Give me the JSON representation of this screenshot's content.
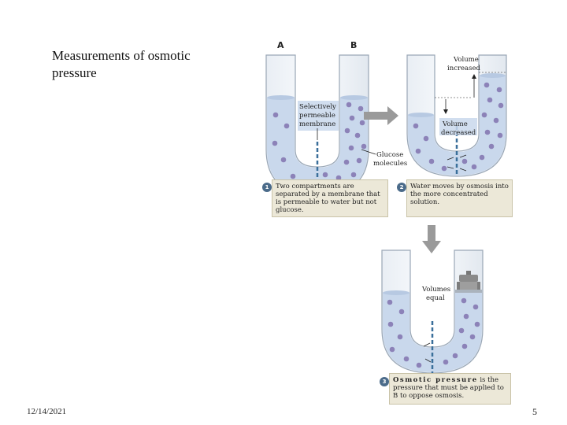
{
  "slide": {
    "title": "Measurements of osmotic pressure",
    "date": "12/14/2021",
    "page_number": "5"
  },
  "diagram": {
    "label_a": "A",
    "label_b": "B",
    "label_volume_increased": [
      "Volume",
      "increased"
    ],
    "label_volume_decreased": [
      "Volume",
      "decreased"
    ],
    "label_membrane": [
      "Selectively",
      "permeable",
      "membrane"
    ],
    "label_glucose": [
      "Glucose",
      "molecules"
    ],
    "label_volumes_equal": [
      "Volumes",
      "equal"
    ]
  },
  "steps": [
    {
      "number": "1",
      "text": "Two compartments are separated by a membrane that is permeable to water but not glucose."
    },
    {
      "number": "2",
      "text": "Water moves by osmosis into the more concentrated solution."
    },
    {
      "number": "3",
      "text_emph": "Osmotic pressure",
      "text": " is the pressure that must be applied to B to oppose osmosis."
    }
  ],
  "colors": {
    "solution": "#c9d8ec",
    "glucose": "#8c82b8",
    "membrane": "#3a6f9a",
    "caption_bg": "#ece8d8"
  }
}
